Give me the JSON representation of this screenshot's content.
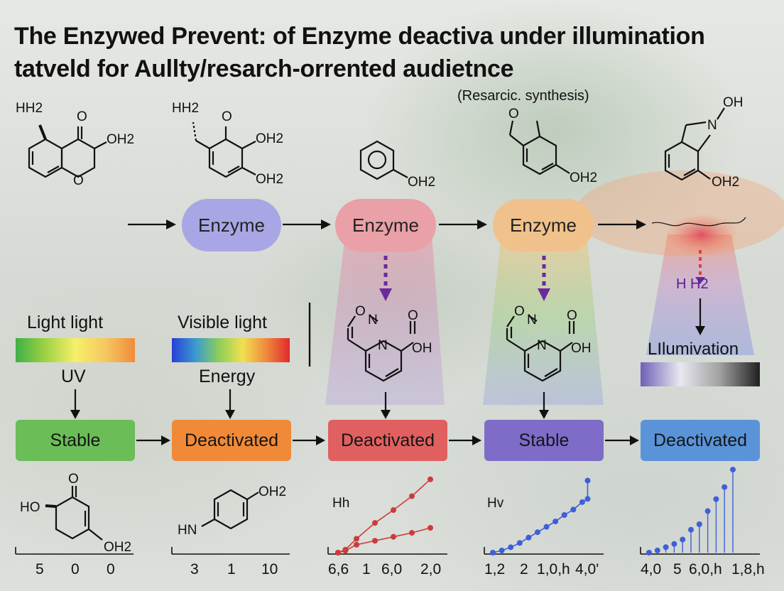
{
  "title": {
    "line1": "The Enzywed Prevent: of Enzyme deactiva under illumination",
    "line2": "tatveld for  Aullty/resarch-orrented audietnce"
  },
  "subnote": "(Resarcic. synthesis)",
  "molecule_labels": {
    "m1_a": "HH2",
    "m1_b": "O",
    "m1_c": "OH2",
    "m1_d": "O",
    "m2_a": "HH2",
    "m2_b": "O",
    "m2_c": "OH2",
    "m2_d": "OH2",
    "m3_a": "OH2",
    "m4_a": "O",
    "m4_b": "OH2",
    "m5_a": "OH",
    "m5_b": "N",
    "m5_c": "OH2",
    "m6_a": "O",
    "m6_b": "N",
    "m6_c": "O",
    "m6_d": "OH",
    "m6_e": "N",
    "m7_a": "O",
    "m7_b": "N",
    "m7_c": "O",
    "m7_d": "OH",
    "m7_e": "N",
    "m8_a": "HO",
    "m8_b": "O",
    "m8_c": "OH2",
    "m9_a": "OH2",
    "m9_b": "HN"
  },
  "enzymes": [
    {
      "label": "Enzyme",
      "color": "#a9a6e6"
    },
    {
      "label": "Enzyme",
      "color": "#e9a0a6"
    },
    {
      "label": "Enzyme",
      "color": "#f0c18a"
    }
  ],
  "h_label": "H  H2",
  "light_panels": {
    "light_label": "Light  light",
    "light_sub": "UV",
    "visible_label": "Visible light",
    "visible_sub": "Energy",
    "illum_label": "LIlumivation"
  },
  "states": [
    {
      "label": "Stable",
      "color": "#6bbd58"
    },
    {
      "label": "Deactivated",
      "color": "#f08a38"
    },
    {
      "label": "Deactivated",
      "color": "#e06060"
    },
    {
      "label": "Stable",
      "color": "#7e6cc8"
    },
    {
      "label": "Deactivated",
      "color": "#5a93d8"
    }
  ],
  "axes": [
    {
      "ticks": [
        "5",
        "0",
        "0"
      ]
    },
    {
      "ticks": [
        "3",
        "1",
        "10"
      ]
    },
    {
      "tag": "Hh",
      "ticks": [
        "6,6",
        "1",
        "6,0",
        "2,0"
      ]
    },
    {
      "tag": "Hv",
      "ticks": [
        "1,2",
        "2",
        "1,0,h",
        "4,0'"
      ]
    },
    {
      "ticks": [
        "4,0",
        "5",
        "6,0,h",
        "1,8,h"
      ]
    }
  ],
  "chart_data": [
    {
      "type": "line",
      "title": "",
      "ylabel": "Hh",
      "x_ticks": [
        "6,6",
        "1",
        "6,0",
        "2,0"
      ],
      "color": "#cc3b3b",
      "series": [
        {
          "x": [
            0,
            0.4,
            1,
            2,
            3,
            4,
            5
          ],
          "y": [
            0,
            0.3,
            1.4,
            3.0,
            4.3,
            5.7,
            7.4
          ]
        },
        {
          "x": [
            0,
            0.4,
            1,
            2,
            3,
            4,
            5
          ],
          "y": [
            0,
            0.2,
            0.8,
            1.2,
            1.6,
            2.0,
            2.5
          ]
        }
      ]
    },
    {
      "type": "line",
      "title": "",
      "ylabel": "Hv",
      "x_ticks": [
        "1,2",
        "2",
        "1,0,h",
        "4,0'"
      ],
      "color": "#3e5fd8",
      "series": [
        {
          "x": [
            0,
            0.5,
            1,
            1.5,
            2,
            2.5,
            3,
            3.5,
            4,
            4.5,
            5,
            5.3,
            5.3
          ],
          "y": [
            0,
            0.2,
            0.5,
            0.9,
            1.4,
            1.9,
            2.4,
            2.9,
            3.5,
            4.0,
            4.7,
            5.0,
            6.7
          ]
        }
      ]
    },
    {
      "type": "scatter",
      "title": "",
      "x_ticks": [
        "4,0",
        "5",
        "6,0,h",
        "1,8,h"
      ],
      "color": "#3e5fd8",
      "series": [
        {
          "x": [
            0,
            0.5,
            1,
            1.5,
            2,
            2.5,
            3,
            3.5,
            4,
            4.5,
            5
          ],
          "y": [
            0,
            0.2,
            0.5,
            0.8,
            1.2,
            2.1,
            2.6,
            3.8,
            4.9,
            6.0,
            7.6
          ]
        }
      ]
    }
  ]
}
